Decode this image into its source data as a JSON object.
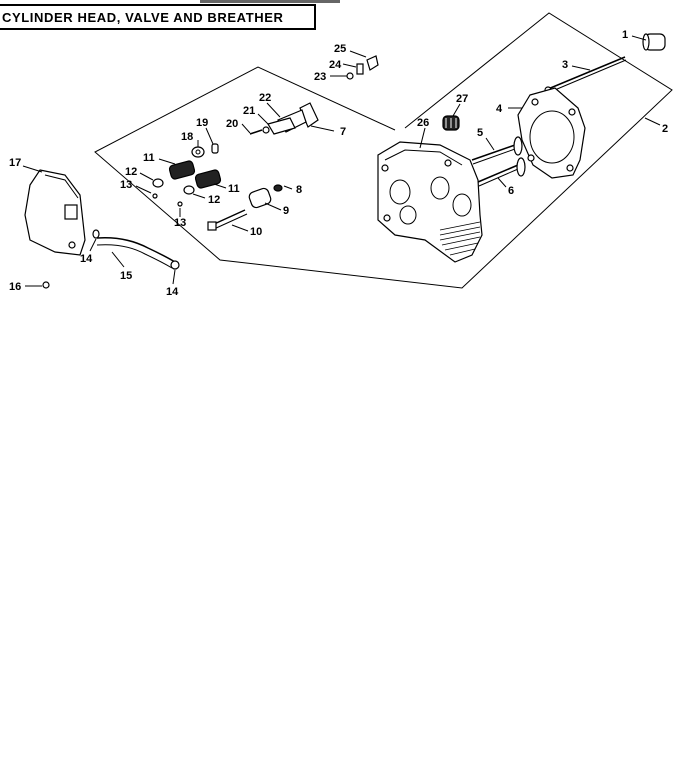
{
  "diagram": {
    "title": "CYLINDER HEAD, VALVE AND BREATHER",
    "callouts": [
      {
        "id": "c1",
        "label": "1"
      },
      {
        "id": "c2",
        "label": "2"
      },
      {
        "id": "c3",
        "label": "3"
      },
      {
        "id": "c4",
        "label": "4"
      },
      {
        "id": "c5",
        "label": "5"
      },
      {
        "id": "c6",
        "label": "6"
      },
      {
        "id": "c7",
        "label": "7"
      },
      {
        "id": "c8",
        "label": "8"
      },
      {
        "id": "c9",
        "label": "9"
      },
      {
        "id": "c10",
        "label": "10"
      },
      {
        "id": "c11a",
        "label": "11"
      },
      {
        "id": "c11b",
        "label": "11"
      },
      {
        "id": "c12a",
        "label": "12"
      },
      {
        "id": "c12b",
        "label": "12"
      },
      {
        "id": "c13a",
        "label": "13"
      },
      {
        "id": "c13b",
        "label": "13"
      },
      {
        "id": "c14a",
        "label": "14"
      },
      {
        "id": "c14b",
        "label": "14"
      },
      {
        "id": "c15",
        "label": "15"
      },
      {
        "id": "c16",
        "label": "16"
      },
      {
        "id": "c17",
        "label": "17"
      },
      {
        "id": "c18",
        "label": "18"
      },
      {
        "id": "c19",
        "label": "19"
      },
      {
        "id": "c20",
        "label": "20"
      },
      {
        "id": "c21",
        "label": "21"
      },
      {
        "id": "c22",
        "label": "22"
      },
      {
        "id": "c23",
        "label": "23"
      },
      {
        "id": "c24",
        "label": "24"
      },
      {
        "id": "c25",
        "label": "25"
      },
      {
        "id": "c26",
        "label": "26"
      },
      {
        "id": "c27",
        "label": "27"
      }
    ]
  }
}
